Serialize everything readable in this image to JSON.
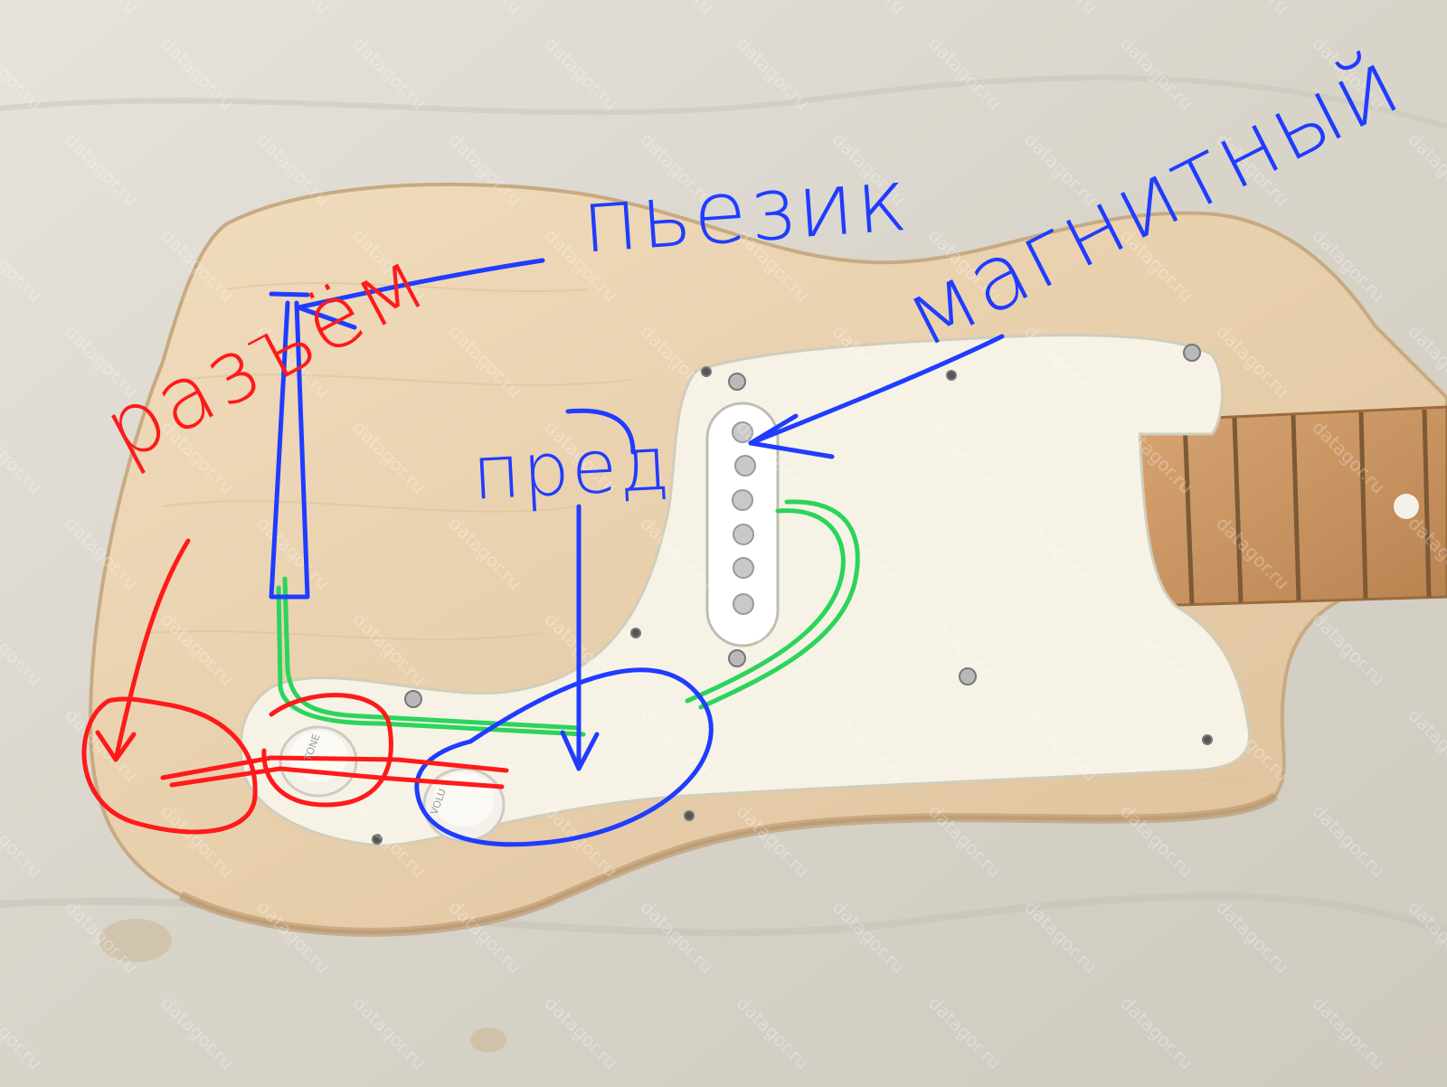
{
  "annotations": {
    "piezo_label": "пьезик",
    "magnetic_label": "магнитный",
    "preamp_label": "пред",
    "jack_label": "разъём"
  },
  "knobs": {
    "tone": "TONE",
    "volume": "VOLU"
  },
  "watermark": "datagor.ru",
  "colors": {
    "background_cloth": "#d9d5cc",
    "body_wood": "#e9d2b2",
    "pickguard": "#f6f3e6",
    "pickup": "#ffffff",
    "fretboard": "#c9935e",
    "ink_blue": "#1f3cff",
    "ink_red": "#ff1a1a",
    "ink_green": "#2bd45a"
  }
}
